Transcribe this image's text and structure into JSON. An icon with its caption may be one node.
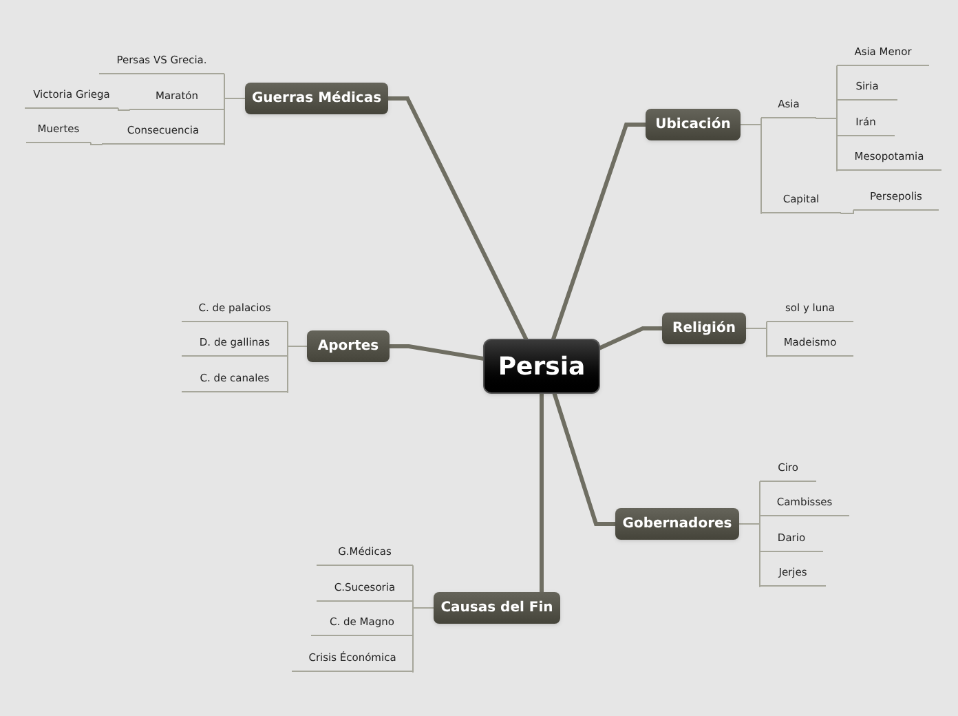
{
  "diagram": {
    "nodes": [
      {
        "text": [
          "Persia"
        ]
      },
      {
        "text": [
          "Guerras Médicas"
        ]
      },
      {
        "text": [
          "Persas VS Grecia."
        ]
      },
      {
        "text": [
          "Maratón"
        ]
      },
      {
        "text": [
          "Victoria Griega"
        ]
      },
      {
        "text": [
          "Consecuencia"
        ]
      },
      {
        "text": [
          "Muertes"
        ]
      },
      {
        "text": [
          "Ubicación"
        ]
      },
      {
        "text": [
          "Asia"
        ]
      },
      {
        "text": [
          "Asia Menor"
        ]
      },
      {
        "text": [
          "Siria"
        ]
      },
      {
        "text": [
          "Irán"
        ]
      },
      {
        "text": [
          "Mesopotamia"
        ]
      },
      {
        "text": [
          "Capital"
        ]
      },
      {
        "text": [
          "Persepolis"
        ]
      },
      {
        "text": [
          "Aportes"
        ]
      },
      {
        "text": [
          "C. de palacios"
        ]
      },
      {
        "text": [
          "D. de gallinas"
        ]
      },
      {
        "text": [
          "C. de canales"
        ]
      },
      {
        "text": [
          "Religión"
        ]
      },
      {
        "text": [
          "sol y luna"
        ]
      },
      {
        "text": [
          "Madeismo"
        ]
      },
      {
        "text": [
          "Gobernadores"
        ]
      },
      {
        "text": [
          "Ciro"
        ]
      },
      {
        "text": [
          "Cambisses"
        ]
      },
      {
        "text": [
          "Dario"
        ]
      },
      {
        "text": [
          "Jerjes"
        ]
      },
      {
        "text": [
          "Causas del Fin"
        ]
      },
      {
        "text": [
          "G.Médicas"
        ]
      },
      {
        "text": [
          "C.Sucesoria"
        ]
      },
      {
        "text": [
          "C. de Magno"
        ]
      },
      {
        "text": [
          "Crisis Éconómica"
        ]
      }
    ],
    "edges": [
      {
        "from": 0,
        "to": 1,
        "arrow": "none",
        "style": "thick",
        "color": "#6f6e62"
      },
      {
        "from": 0,
        "to": 7,
        "arrow": "none",
        "style": "thick",
        "color": "#6f6e62"
      },
      {
        "from": 0,
        "to": 15,
        "arrow": "none",
        "style": "thick",
        "color": "#6f6e62"
      },
      {
        "from": 0,
        "to": 19,
        "arrow": "none",
        "style": "thick",
        "color": "#6f6e62"
      },
      {
        "from": 0,
        "to": 22,
        "arrow": "none",
        "style": "thick",
        "color": "#6f6e62"
      },
      {
        "from": 0,
        "to": 27,
        "arrow": "none",
        "style": "thick",
        "color": "#6f6e62"
      },
      {
        "from": 1,
        "to": 2,
        "arrow": "none"
      },
      {
        "from": 1,
        "to": 3,
        "arrow": "none"
      },
      {
        "from": 3,
        "to": 4,
        "arrow": "none"
      },
      {
        "from": 1,
        "to": 5,
        "arrow": "none"
      },
      {
        "from": 5,
        "to": 6,
        "arrow": "none"
      },
      {
        "from": 7,
        "to": 8,
        "arrow": "none"
      },
      {
        "from": 8,
        "to": 9,
        "arrow": "none"
      },
      {
        "from": 8,
        "to": 10,
        "arrow": "none"
      },
      {
        "from": 8,
        "to": 11,
        "arrow": "none"
      },
      {
        "from": 8,
        "to": 12,
        "arrow": "none"
      },
      {
        "from": 7,
        "to": 13,
        "arrow": "none"
      },
      {
        "from": 13,
        "to": 14,
        "arrow": "none"
      },
      {
        "from": 15,
        "to": 16,
        "arrow": "none"
      },
      {
        "from": 15,
        "to": 17,
        "arrow": "none"
      },
      {
        "from": 15,
        "to": 18,
        "arrow": "none"
      },
      {
        "from": 19,
        "to": 20,
        "arrow": "none"
      },
      {
        "from": 19,
        "to": 21,
        "arrow": "none"
      },
      {
        "from": 22,
        "to": 23,
        "arrow": "none"
      },
      {
        "from": 22,
        "to": 24,
        "arrow": "none"
      },
      {
        "from": 22,
        "to": 25,
        "arrow": "none"
      },
      {
        "from": 22,
        "to": 26,
        "arrow": "none"
      },
      {
        "from": 27,
        "to": 28,
        "arrow": "none"
      },
      {
        "from": 27,
        "to": 29,
        "arrow": "none"
      },
      {
        "from": 27,
        "to": 30,
        "arrow": "none"
      },
      {
        "from": 27,
        "to": 31,
        "arrow": "none"
      }
    ]
  }
}
